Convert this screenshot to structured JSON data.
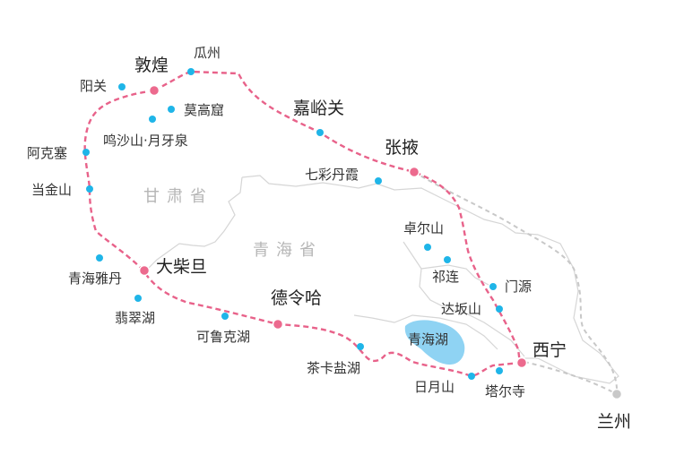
{
  "colors": {
    "route": "#e8628a",
    "side_route": "#c8c8c8",
    "poi": "#1fb5e8",
    "major_city": "#ec6a8e",
    "end_city": "#c8c8c8",
    "border": "#d6d6d6",
    "lake": "#8fd3f3"
  },
  "regions": {
    "gansu": "甘肃省",
    "qinghai": "青海省"
  },
  "lake": "青海湖",
  "places": {
    "dunhuang": "敦煌",
    "guazhou": "瓜州",
    "yangguan": "阳关",
    "mogao": "莫高窟",
    "mingsha": "鸣沙山·月牙泉",
    "jiayuguan": "嘉峪关",
    "zhangye": "张掖",
    "qicai": "七彩丹霞",
    "akesai": "阿克塞",
    "dangjinshan": "当金山",
    "zhuoershan": "卓尔山",
    "qilian": "祁连",
    "menyuan": "门源",
    "dabanshan": "达坂山",
    "qinghai_yadan": "青海雅丹",
    "dachaidan": "大柴旦",
    "feicuihu": "翡翠湖",
    "delingha": "德令哈",
    "keluke": "可鲁克湖",
    "chaka": "茶卡盐湖",
    "xining": "西宁",
    "riyueshan": "日月山",
    "taersi": "塔尔寺",
    "lanzhou": "兰州"
  }
}
